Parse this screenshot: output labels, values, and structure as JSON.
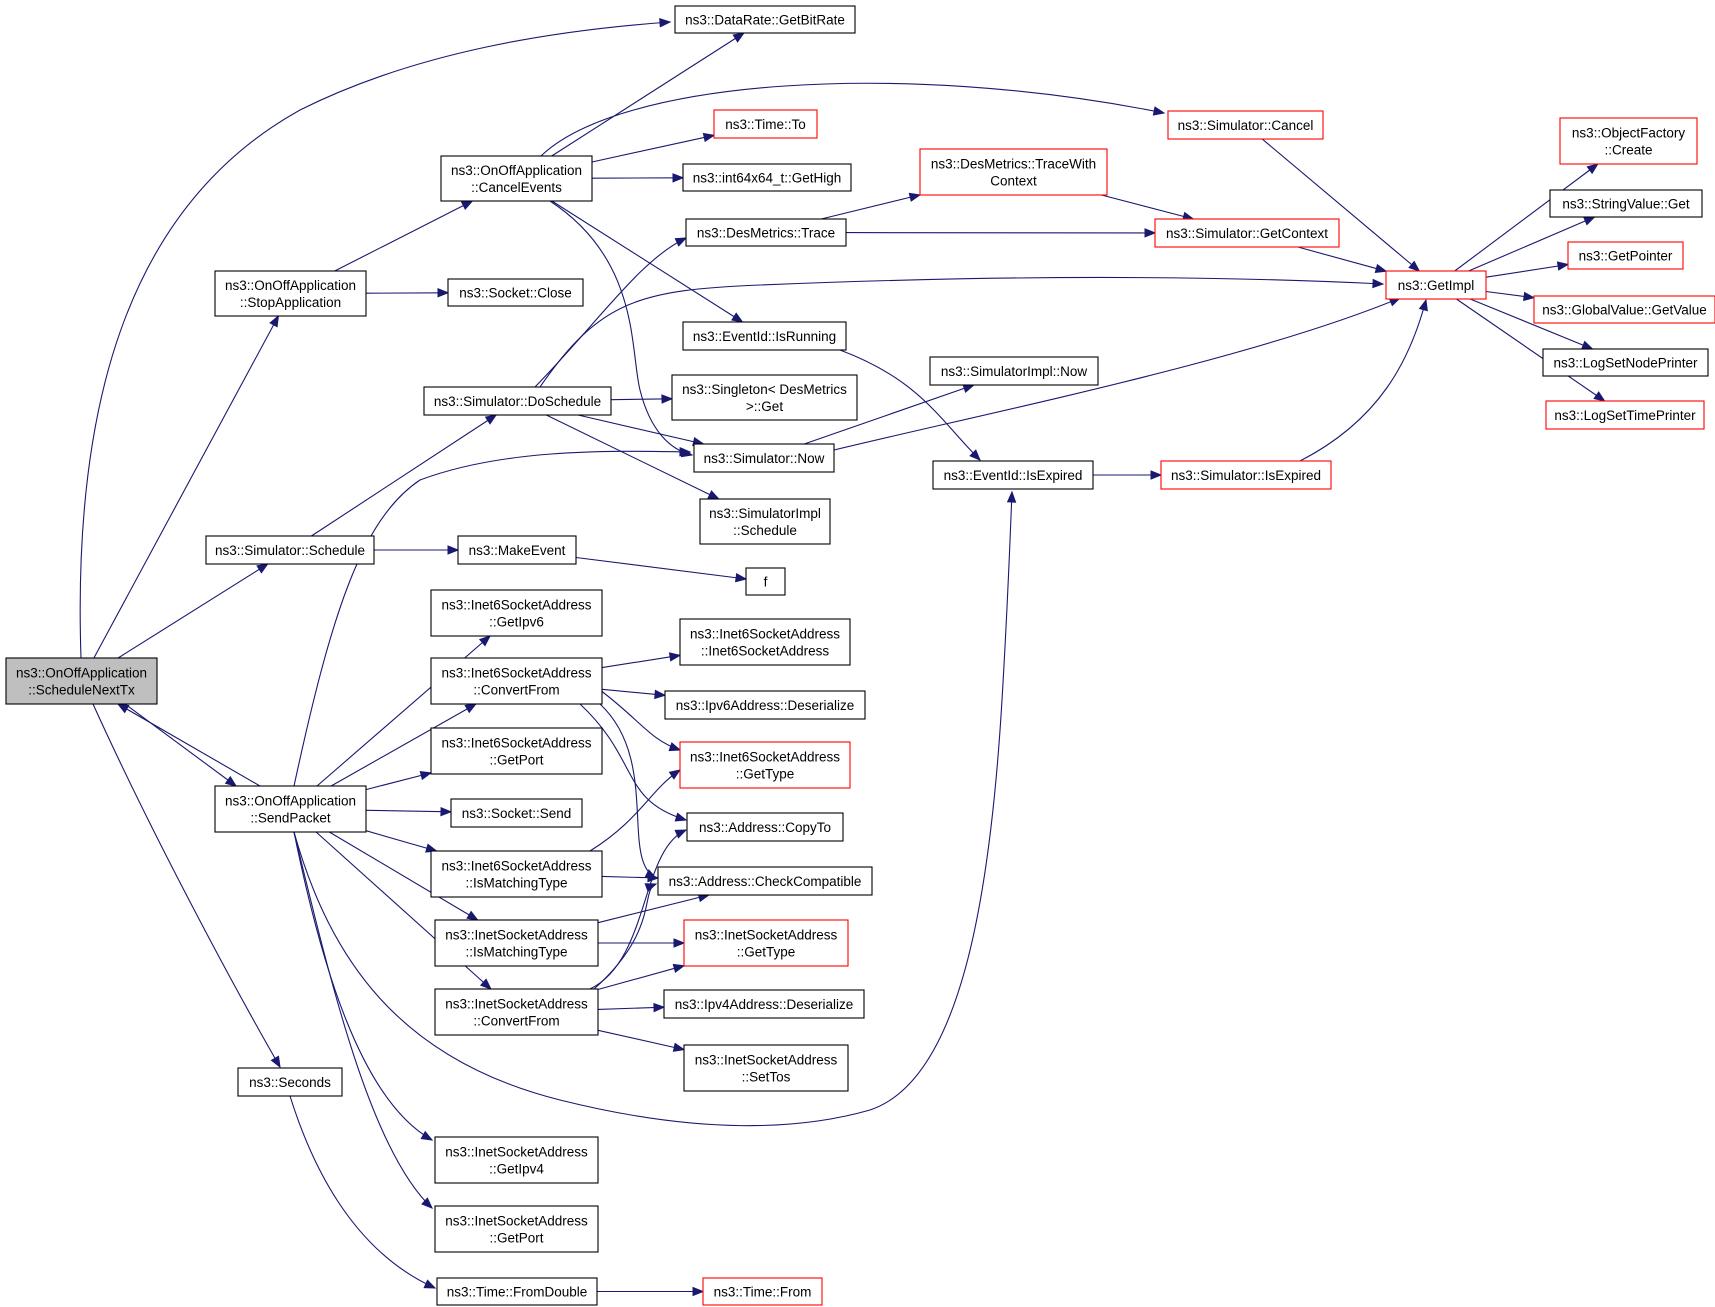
{
  "graph": {
    "nodes": [
      {
        "id": "schedule_next_tx",
        "lines": [
          "ns3::OnOffApplication",
          "::ScheduleNextTx"
        ],
        "style": "root"
      },
      {
        "id": "stop_application",
        "lines": [
          "ns3::OnOffApplication",
          "::StopApplication"
        ],
        "style": "normal"
      },
      {
        "id": "cancel_events",
        "lines": [
          "ns3::OnOffApplication",
          "::CancelEvents"
        ],
        "style": "normal"
      },
      {
        "id": "get_bitrate",
        "lines": [
          "ns3::DataRate::GetBitRate"
        ],
        "style": "normal"
      },
      {
        "id": "time_to",
        "lines": [
          "ns3::Time::To"
        ],
        "style": "red"
      },
      {
        "id": "get_high",
        "lines": [
          "ns3::int64x64_t::GetHigh"
        ],
        "style": "normal"
      },
      {
        "id": "sim_cancel",
        "lines": [
          "ns3::Simulator::Cancel"
        ],
        "style": "red"
      },
      {
        "id": "trace_with_context",
        "lines": [
          "ns3::DesMetrics::TraceWith",
          "Context"
        ],
        "style": "red"
      },
      {
        "id": "desmetrics_trace",
        "lines": [
          "ns3::DesMetrics::Trace"
        ],
        "style": "normal"
      },
      {
        "id": "sim_get_context",
        "lines": [
          "ns3::Simulator::GetContext"
        ],
        "style": "red"
      },
      {
        "id": "get_impl",
        "lines": [
          "ns3::GetImpl"
        ],
        "style": "red"
      },
      {
        "id": "object_factory_create",
        "lines": [
          "ns3::ObjectFactory",
          "::Create"
        ],
        "style": "red"
      },
      {
        "id": "string_value_get",
        "lines": [
          "ns3::StringValue::Get"
        ],
        "style": "normal"
      },
      {
        "id": "get_pointer",
        "lines": [
          "ns3::GetPointer"
        ],
        "style": "red"
      },
      {
        "id": "global_value_get_value",
        "lines": [
          "ns3::GlobalValue::GetValue"
        ],
        "style": "red"
      },
      {
        "id": "log_set_node_printer",
        "lines": [
          "ns3::LogSetNodePrinter"
        ],
        "style": "normal"
      },
      {
        "id": "log_set_time_printer",
        "lines": [
          "ns3::LogSetTimePrinter"
        ],
        "style": "red"
      },
      {
        "id": "socket_close",
        "lines": [
          "ns3::Socket::Close"
        ],
        "style": "normal"
      },
      {
        "id": "event_id_is_running",
        "lines": [
          "ns3::EventId::IsRunning"
        ],
        "style": "normal"
      },
      {
        "id": "sim_do_schedule",
        "lines": [
          "ns3::Simulator::DoSchedule"
        ],
        "style": "normal"
      },
      {
        "id": "singleton_get",
        "lines": [
          "ns3::Singleton< DesMetrics",
          " >::Get"
        ],
        "style": "normal"
      },
      {
        "id": "sim_impl_now",
        "lines": [
          "ns3::SimulatorImpl::Now"
        ],
        "style": "normal"
      },
      {
        "id": "sim_now",
        "lines": [
          "ns3::Simulator::Now"
        ],
        "style": "normal"
      },
      {
        "id": "event_id_is_expired",
        "lines": [
          "ns3::EventId::IsExpired"
        ],
        "style": "normal"
      },
      {
        "id": "sim_is_expired",
        "lines": [
          "ns3::Simulator::IsExpired"
        ],
        "style": "red"
      },
      {
        "id": "sim_impl_schedule",
        "lines": [
          "ns3::SimulatorImpl",
          "::Schedule"
        ],
        "style": "normal"
      },
      {
        "id": "sim_schedule",
        "lines": [
          "ns3::Simulator::Schedule"
        ],
        "style": "normal"
      },
      {
        "id": "make_event",
        "lines": [
          "ns3::MakeEvent"
        ],
        "style": "normal"
      },
      {
        "id": "f",
        "lines": [
          "f"
        ],
        "style": "normal"
      },
      {
        "id": "i6_get_ipv6",
        "lines": [
          "ns3::Inet6SocketAddress",
          "::GetIpv6"
        ],
        "style": "normal"
      },
      {
        "id": "i6_ctor",
        "lines": [
          "ns3::Inet6SocketAddress",
          "::Inet6SocketAddress"
        ],
        "style": "normal"
      },
      {
        "id": "i6_convert_from",
        "lines": [
          "ns3::Inet6SocketAddress",
          "::ConvertFrom"
        ],
        "style": "normal"
      },
      {
        "id": "ipv6_deserialize",
        "lines": [
          "ns3::Ipv6Address::Deserialize"
        ],
        "style": "normal"
      },
      {
        "id": "i6_get_port",
        "lines": [
          "ns3::Inet6SocketAddress",
          "::GetPort"
        ],
        "style": "normal"
      },
      {
        "id": "i6_get_type",
        "lines": [
          "ns3::Inet6SocketAddress",
          "::GetType"
        ],
        "style": "red"
      },
      {
        "id": "send_packet",
        "lines": [
          "ns3::OnOffApplication",
          "::SendPacket"
        ],
        "style": "normal"
      },
      {
        "id": "socket_send",
        "lines": [
          "ns3::Socket::Send"
        ],
        "style": "normal"
      },
      {
        "id": "address_copy_to",
        "lines": [
          "ns3::Address::CopyTo"
        ],
        "style": "normal"
      },
      {
        "id": "i6_is_matching_type",
        "lines": [
          "ns3::Inet6SocketAddress",
          "::IsMatchingType"
        ],
        "style": "normal"
      },
      {
        "id": "address_check_compatible",
        "lines": [
          "ns3::Address::CheckCompatible"
        ],
        "style": "normal"
      },
      {
        "id": "i4_is_matching_type",
        "lines": [
          "ns3::InetSocketAddress",
          "::IsMatchingType"
        ],
        "style": "normal"
      },
      {
        "id": "i4_get_type",
        "lines": [
          "ns3::InetSocketAddress",
          "::GetType"
        ],
        "style": "red"
      },
      {
        "id": "i4_convert_from",
        "lines": [
          "ns3::InetSocketAddress",
          "::ConvertFrom"
        ],
        "style": "normal"
      },
      {
        "id": "ipv4_deserialize",
        "lines": [
          "ns3::Ipv4Address::Deserialize"
        ],
        "style": "normal"
      },
      {
        "id": "i4_set_tos",
        "lines": [
          "ns3::InetSocketAddress",
          "::SetTos"
        ],
        "style": "normal"
      },
      {
        "id": "seconds",
        "lines": [
          "ns3::Seconds"
        ],
        "style": "normal"
      },
      {
        "id": "i4_get_ipv4",
        "lines": [
          "ns3::InetSocketAddress",
          "::GetIpv4"
        ],
        "style": "normal"
      },
      {
        "id": "i4_get_port",
        "lines": [
          "ns3::InetSocketAddress",
          "::GetPort"
        ],
        "style": "normal"
      },
      {
        "id": "time_from_double",
        "lines": [
          "ns3::Time::FromDouble"
        ],
        "style": "normal"
      },
      {
        "id": "time_from",
        "lines": [
          "ns3::Time::From"
        ],
        "style": "red"
      }
    ],
    "edges": [
      [
        "schedule_next_tx",
        "get_bitrate"
      ],
      [
        "schedule_next_tx",
        "stop_application"
      ],
      [
        "schedule_next_tx",
        "sim_schedule"
      ],
      [
        "schedule_next_tx",
        "send_packet"
      ],
      [
        "schedule_next_tx",
        "seconds"
      ],
      [
        "send_packet",
        "schedule_next_tx"
      ],
      [
        "stop_application",
        "cancel_events"
      ],
      [
        "stop_application",
        "socket_close"
      ],
      [
        "cancel_events",
        "get_bitrate"
      ],
      [
        "cancel_events",
        "time_to"
      ],
      [
        "cancel_events",
        "get_high"
      ],
      [
        "cancel_events",
        "sim_cancel"
      ],
      [
        "cancel_events",
        "event_id_is_running"
      ],
      [
        "cancel_events",
        "sim_now"
      ],
      [
        "sim_cancel",
        "get_impl"
      ],
      [
        "trace_with_context",
        "sim_get_context"
      ],
      [
        "desmetrics_trace",
        "trace_with_context"
      ],
      [
        "desmetrics_trace",
        "sim_get_context"
      ],
      [
        "sim_get_context",
        "get_impl"
      ],
      [
        "get_impl",
        "object_factory_create"
      ],
      [
        "get_impl",
        "string_value_get"
      ],
      [
        "get_impl",
        "get_pointer"
      ],
      [
        "get_impl",
        "global_value_get_value"
      ],
      [
        "get_impl",
        "log_set_node_printer"
      ],
      [
        "get_impl",
        "log_set_time_printer"
      ],
      [
        "event_id_is_running",
        "event_id_is_expired"
      ],
      [
        "sim_do_schedule",
        "desmetrics_trace"
      ],
      [
        "sim_do_schedule",
        "get_impl"
      ],
      [
        "sim_do_schedule",
        "singleton_get"
      ],
      [
        "sim_do_schedule",
        "sim_now"
      ],
      [
        "sim_do_schedule",
        "sim_impl_schedule"
      ],
      [
        "sim_now",
        "sim_impl_now"
      ],
      [
        "sim_now",
        "get_impl"
      ],
      [
        "event_id_is_expired",
        "sim_is_expired"
      ],
      [
        "sim_is_expired",
        "get_impl"
      ],
      [
        "sim_schedule",
        "sim_do_schedule"
      ],
      [
        "sim_schedule",
        "make_event"
      ],
      [
        "make_event",
        "f"
      ],
      [
        "send_packet",
        "sim_now"
      ],
      [
        "send_packet",
        "i6_get_ipv6"
      ],
      [
        "send_packet",
        "i6_convert_from"
      ],
      [
        "send_packet",
        "i6_get_port"
      ],
      [
        "send_packet",
        "socket_send"
      ],
      [
        "send_packet",
        "i6_is_matching_type"
      ],
      [
        "send_packet",
        "i4_is_matching_type"
      ],
      [
        "send_packet",
        "i4_convert_from"
      ],
      [
        "send_packet",
        "event_id_is_expired"
      ],
      [
        "send_packet",
        "i4_get_ipv4"
      ],
      [
        "send_packet",
        "i4_get_port"
      ],
      [
        "i6_convert_from",
        "i6_ctor"
      ],
      [
        "i6_convert_from",
        "ipv6_deserialize"
      ],
      [
        "i6_convert_from",
        "i6_get_type"
      ],
      [
        "i6_convert_from",
        "address_copy_to"
      ],
      [
        "i6_convert_from",
        "address_check_compatible"
      ],
      [
        "i6_is_matching_type",
        "i6_get_type"
      ],
      [
        "i6_is_matching_type",
        "address_check_compatible"
      ],
      [
        "i4_is_matching_type",
        "address_check_compatible"
      ],
      [
        "i4_is_matching_type",
        "i4_get_type"
      ],
      [
        "i4_convert_from",
        "address_copy_to"
      ],
      [
        "i4_convert_from",
        "address_check_compatible"
      ],
      [
        "i4_convert_from",
        "i4_get_type"
      ],
      [
        "i4_convert_from",
        "ipv4_deserialize"
      ],
      [
        "i4_convert_from",
        "i4_set_tos"
      ],
      [
        "seconds",
        "time_from_double"
      ],
      [
        "time_from_double",
        "time_from"
      ]
    ]
  }
}
